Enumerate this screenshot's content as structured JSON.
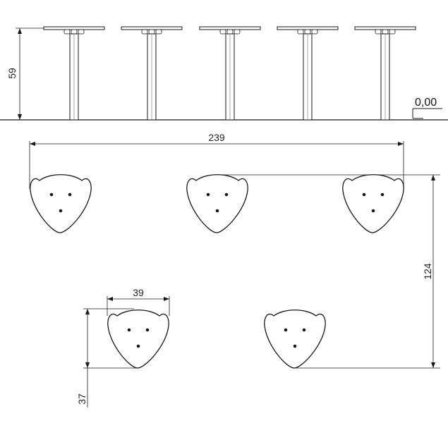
{
  "dimensions": {
    "height_label": "59",
    "level_label": "0,00",
    "overall_width_label": "239",
    "overall_depth_label": "124",
    "seat_width_label": "39",
    "seat_depth_label": "37"
  },
  "elevation": {
    "post_count": 5
  },
  "plan": {
    "seat_count": 5
  },
  "colors": {
    "line": "#1a1a1a",
    "background": "#ffffff"
  }
}
